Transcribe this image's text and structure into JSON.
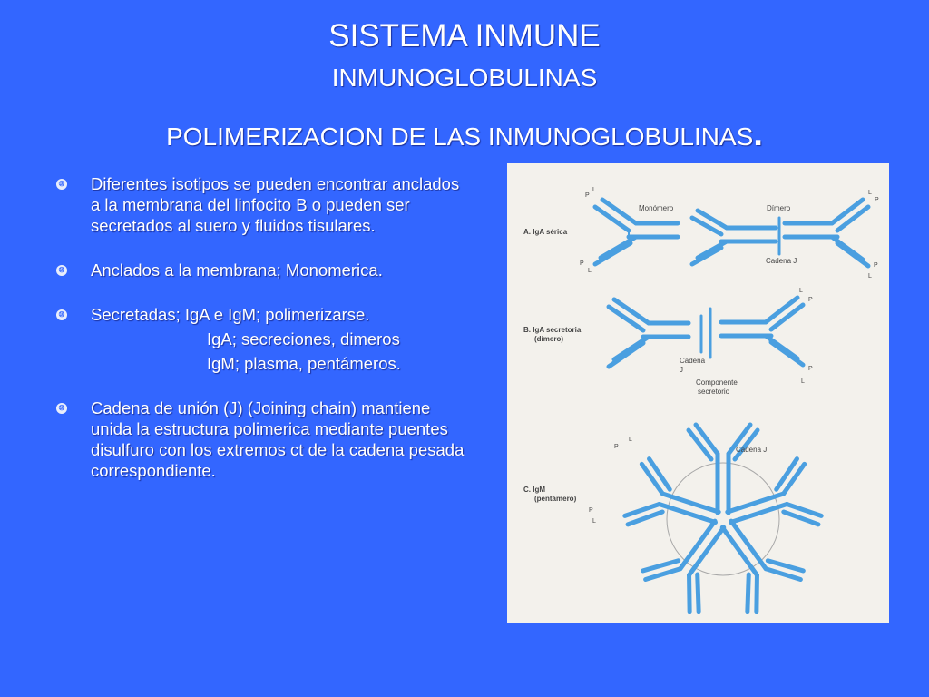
{
  "slide": {
    "title": "SISTEMA INMUNE",
    "subtitle": "INMUNOGLOBULINAS",
    "heading": "POLIMERIZACION DE LAS INMUNOGLOBULINAS",
    "heading_period": ".",
    "bullet_icon": "numbered-bullet-icon",
    "bullets": [
      {
        "text": "Diferentes isotipos se pueden encontrar anclados a la membrana del linfocito B o pueden ser secretados al suero y fluidos tisulares."
      },
      {
        "text": "Anclados a la membrana; Monomerica."
      },
      {
        "text": "Secretadas; IgA e IgM; polimerizarse.",
        "sub": [
          "IgA; secreciones, dimeros",
          "IgM; plasma, pentámeros."
        ]
      },
      {
        "text": "Cadena de unión (J) (Joining chain) mantiene unida la estructura polimerica mediante puentes disulfuro con los extremos ct de la cadena pesada correspondiente."
      }
    ],
    "colors": {
      "background": "#3366ff",
      "text": "#ffffff",
      "antibody": "#4a9fe0",
      "figure_bg": "#f3f1ec"
    }
  },
  "figure": {
    "section_a": {
      "label": "A. IgA sérica",
      "monomer": "Monómero",
      "dimer": "Dímero",
      "jchain": "Cadena J",
      "p": "P",
      "l": "L"
    },
    "section_b": {
      "label_1": "B. IgA secretoria",
      "label_2": "(dímero)",
      "jchain_1": "Cadena",
      "jchain_2": "J",
      "component_1": "Componente",
      "component_2": "secretorio",
      "p": "P",
      "l": "L"
    },
    "section_c": {
      "label_1": "C. IgM",
      "label_2": "(pentámero)",
      "jchain": "Cadena J",
      "p": "P",
      "l": "L"
    }
  }
}
